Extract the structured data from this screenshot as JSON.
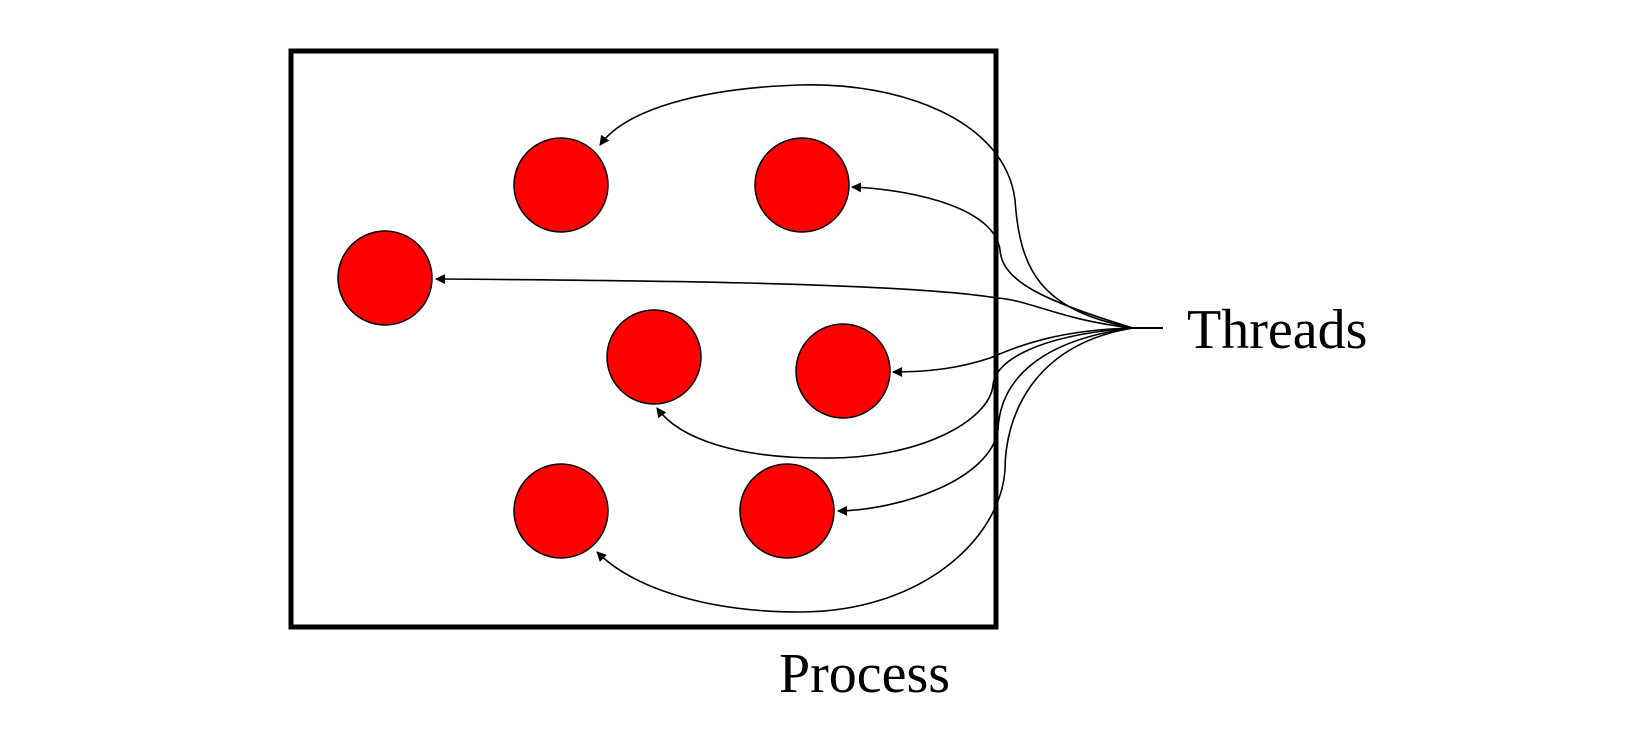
{
  "diagram": {
    "process_label": "Process",
    "threads_label": "Threads",
    "colors": {
      "thread_fill": "#ff0000",
      "stroke": "#000000",
      "background": "#ffffff"
    },
    "thread_count": 7
  }
}
